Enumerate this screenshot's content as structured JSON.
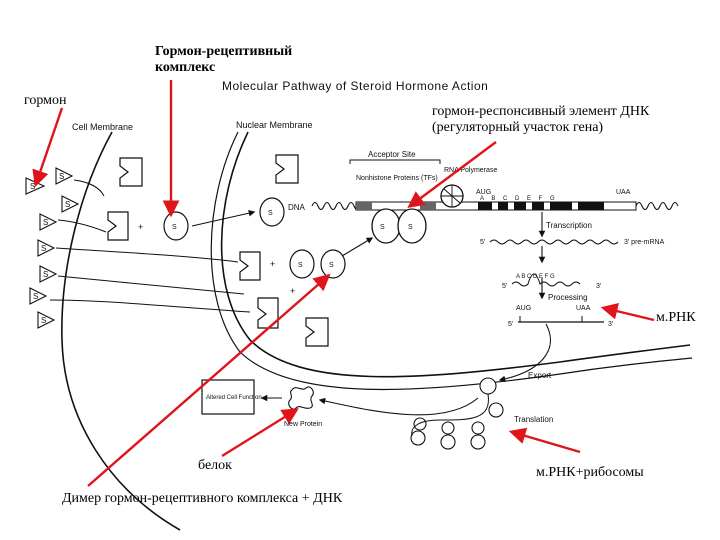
{
  "colors": {
    "annotation_arrow": "#e0141b",
    "diagram_ink": "#111111",
    "background": "#ffffff"
  },
  "diagram_title": "Molecular Pathway of Steroid Hormone Action",
  "annotations": {
    "complex": "Гормон-рецептивный комплекс",
    "hormone": "гормон",
    "hre": "гормон-респонсивный элемент ДНК (регуляторный участок гена)",
    "mrna": "м.РНК",
    "protein": "белок",
    "ribosomes": "м.РНК+рибосомы",
    "dimer": "Димер гормон-рецептивного комплекса + ДНК"
  },
  "labels": {
    "cell_membrane": "Cell Membrane",
    "nuclear_membrane": "Nuclear Membrane",
    "acceptor_site": "Acceptor Site",
    "nonhistone": "Nonhistone Proteins (TFs)",
    "polymerase": "RNA Polymerase",
    "aug": "AUG",
    "uaa": "UAA",
    "exons": "A B C D E F G",
    "dna": "DNA",
    "transcription": "Transcription",
    "five_prime": "5'",
    "three_prime": "3'",
    "pre_mrna": "3' pre-mRNA",
    "processing": "Processing",
    "export": "Export",
    "translation": "Translation",
    "new_protein": "New Protein",
    "altered_function": "Altered Cell Function",
    "hormone_symbol": "S",
    "plus": "+"
  }
}
